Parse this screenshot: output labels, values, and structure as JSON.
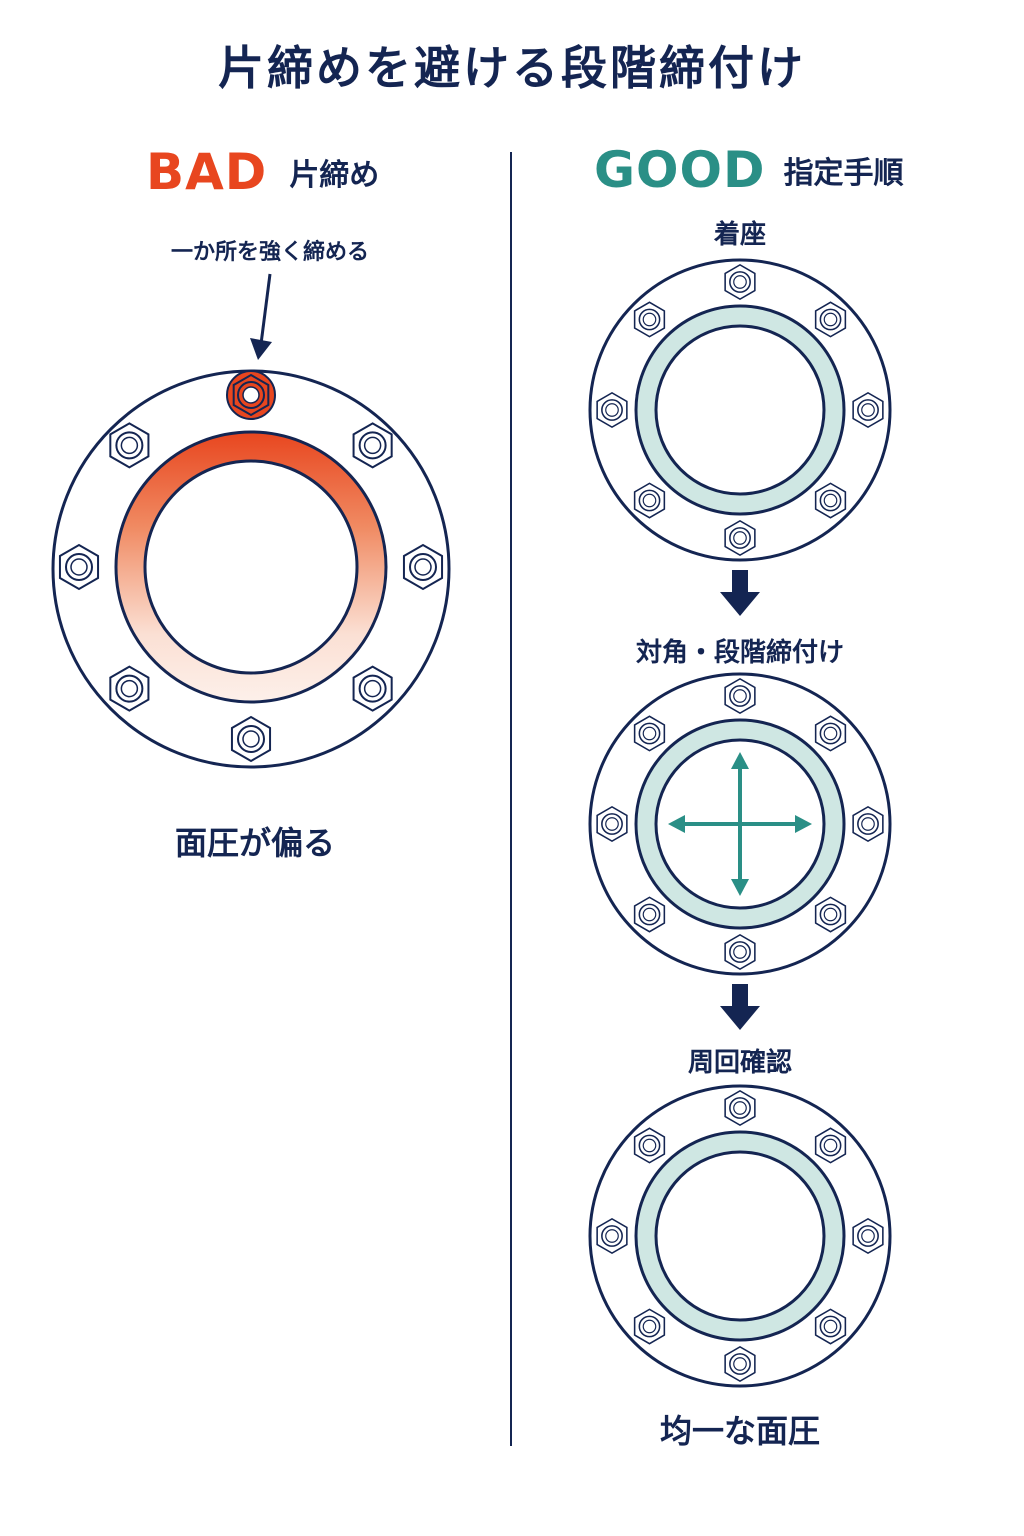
{
  "title": "片締めを避ける段階締付け",
  "bad": {
    "label_en": "BAD",
    "label_jp": "片締め",
    "callout": "一か所を強く締める",
    "result": "面圧が偏る"
  },
  "good": {
    "label_en": "GOOD",
    "label_jp": "指定手順",
    "steps": [
      {
        "label": "着座"
      },
      {
        "label": "対角・段階締付け"
      },
      {
        "label": "周回確認"
      }
    ],
    "result": "均一な面圧"
  },
  "colors": {
    "navy": "#142552",
    "bad_red": "#e8461f",
    "good_teal": "#2a8f86",
    "gasket_teal_fill": "#cfe7e3",
    "bolt_highlight": "#e8461f"
  }
}
